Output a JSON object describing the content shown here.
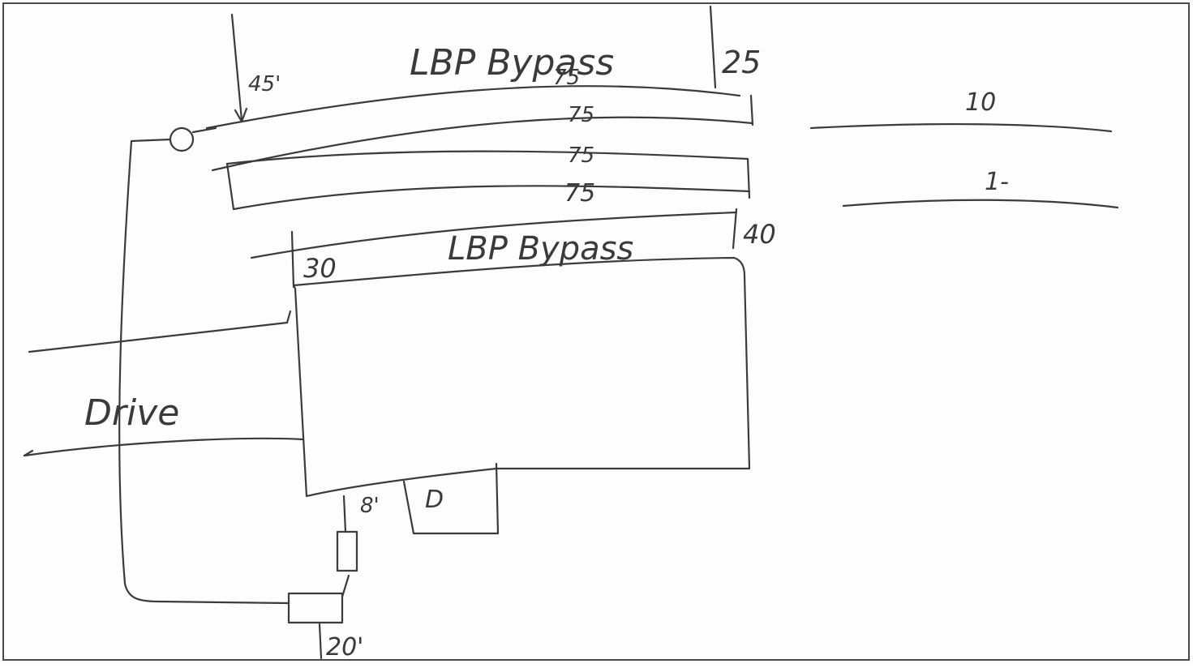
{
  "sketch": {
    "colors": {
      "ink": "#3b3b3b",
      "paper": "#fdfdfc",
      "frame": "#4a4a4a"
    },
    "top_label": "LBP Bypass",
    "top_right_dim": "25",
    "left_drop_dim": "45'",
    "lane_labels": [
      "75",
      "75",
      "75",
      "75"
    ],
    "second_label": "LBP Bypass",
    "left_dim_30": "30",
    "right_dim_40": "40",
    "right_road_upper": "10",
    "right_road_lower": "1-",
    "road_label": "Drive",
    "pad_dim": "8'",
    "small_box_label": "D",
    "bottom_dim": "20'"
  }
}
